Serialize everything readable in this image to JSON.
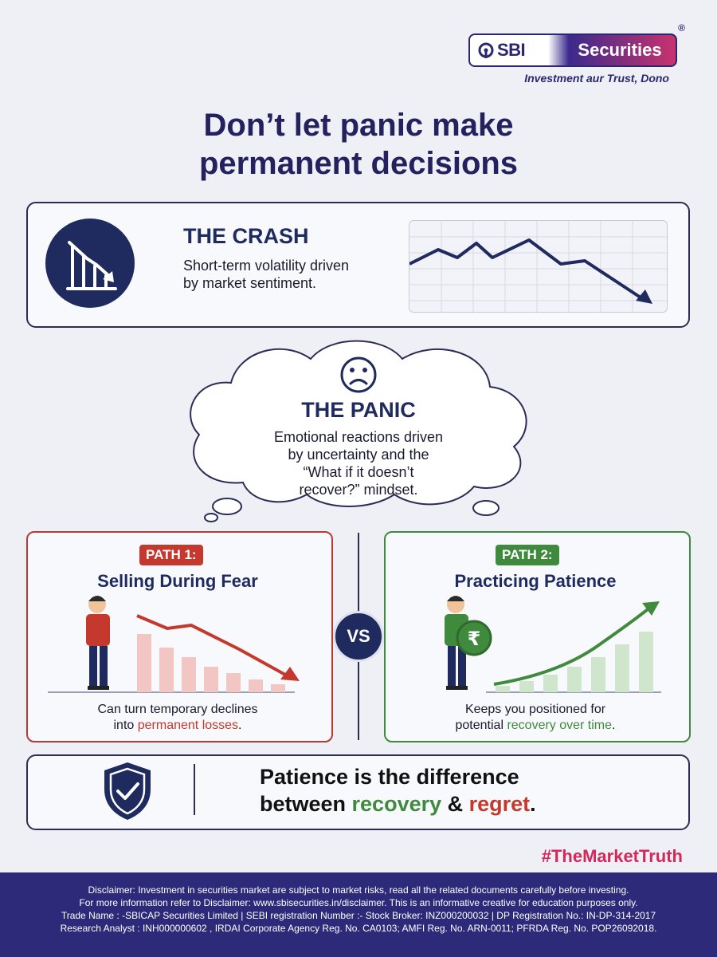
{
  "brand": {
    "logo_sbi": "SBI",
    "logo_securities": "Securities",
    "registered": "®",
    "tagline": "Investment aur Trust, Dono"
  },
  "title_line1": "Don’t let panic make",
  "title_line2": "permanent decisions",
  "crash": {
    "title": "THE CRASH",
    "description": "Short-term volatility driven by market sentiment."
  },
  "panic": {
    "title": "THE PANIC",
    "description_line1": "Emotional reactions driven",
    "description_line2": "by uncertainty and the",
    "description_line3": "“What if it doesn’t",
    "description_line4": "recover?” mindset."
  },
  "path1": {
    "badge": "PATH 1:",
    "title": "Selling During Fear",
    "desc_line1": "Can turn temporary declines",
    "desc_prefix": "into ",
    "desc_highlight": "permanent losses",
    "desc_suffix": "."
  },
  "path2": {
    "badge": "PATH 2:",
    "title": "Practicing Patience",
    "desc_line1": "Keeps you positioned for",
    "desc_prefix": "potential ",
    "desc_highlight": "recovery over time",
    "desc_suffix": ".",
    "coin_symbol": "₹"
  },
  "vs_label": "VS",
  "patience": {
    "line1": "Patience is the difference",
    "line2_prefix": "between ",
    "line2_recovery": "recovery",
    "line2_amp": " & ",
    "line2_regret": "regret",
    "line2_suffix": "."
  },
  "hashtag": "#TheMarketTruth",
  "disclaimer": {
    "line1": "Disclaimer: Investment in securities market are subject to market risks, read all the related documents carefully before investing.",
    "line2": "For more information refer to Disclaimer: www.sbisecurities.in/disclaimer. This is an informative creative for education purposes only.",
    "line3": "Trade Name : -SBICAP Securities Limited | SEBI registration Number :- Stock Broker: INZ000200032 | DP Registration No.: IN-DP-314-2017",
    "line4": "Research Analyst : INH000000602 , IRDAI Corporate Agency Reg. No. CA0103; AMFI Reg. No. ARN-0011; PFRDA Reg. No. POP26092018."
  },
  "icons": {
    "crash": "falling-chart-icon",
    "panic": "sad-face-icon",
    "shield": "shield-check-icon",
    "coin": "rupee-coin-icon"
  },
  "colors": {
    "navy": "#1f2b5f",
    "red": "#c4382d",
    "green": "#3f8a3c",
    "pink": "#d2295a",
    "footer": "#2d2a7a"
  }
}
